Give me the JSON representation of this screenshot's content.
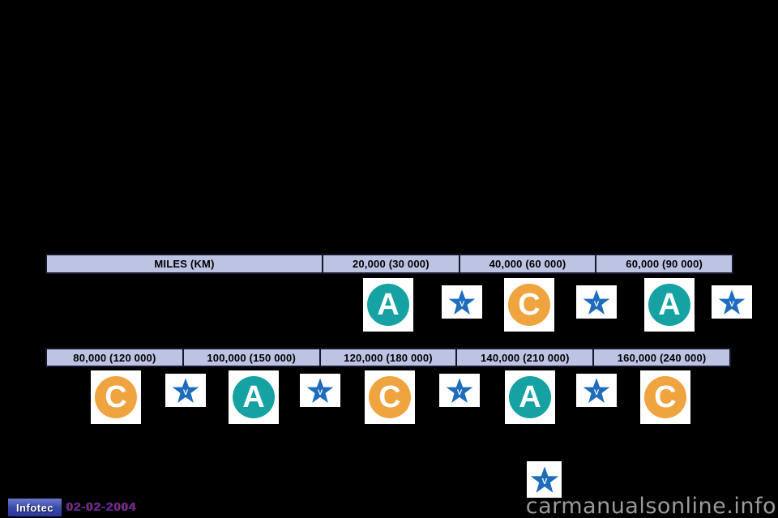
{
  "page": {
    "watermark": "carmanualsonline.info"
  },
  "tables": [
    {
      "headers": [
        "MILES (KM)",
        "20,000 (30 000)",
        "40,000 (60 000)",
        "60,000 (90 000)"
      ],
      "services": [
        "",
        "A",
        "C",
        "A"
      ]
    },
    {
      "headers": [
        "80,000 (120 000)",
        "100,000 (150 000)",
        "120,000 (180 000)",
        "140,000 (210 000)",
        "160,000 (240 000)"
      ],
      "services": [
        "C",
        "A",
        "C",
        "A",
        "C"
      ]
    }
  ],
  "icons": {
    "service_a": {
      "letter": "A",
      "color": "#16a2a2"
    },
    "service_c": {
      "letter": "C",
      "color": "#f0a43f"
    },
    "star": {
      "letter": "V",
      "color": "#1e6cbc"
    }
  },
  "footer": {
    "logo": "Infotec",
    "date": "02-02-2004"
  },
  "colors": {
    "page_background": "#000000",
    "header_background": "#bdc3e3",
    "header_border": "#16162e",
    "icon_box_background": "#ffffff",
    "logo_background": "#3848aa",
    "watermark_gray": "#9b9b9b"
  }
}
